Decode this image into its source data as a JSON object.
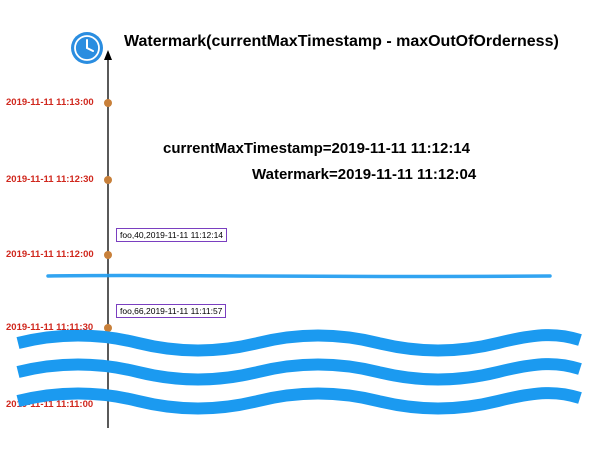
{
  "title": "Watermark(currentMaxTimestamp - maxOutOfOrderness)",
  "timeline": {
    "ticks": [
      "2019-11-11 11:13:00",
      "2019-11-11 11:12:30",
      "2019-11-11 11:12:00",
      "2019-11-11 11:11:30",
      "2019-11-11 11:11:00"
    ]
  },
  "state": {
    "current_max_timestamp": "currentMaxTimestamp=2019-11-11 11:12:14",
    "watermark": "Watermark=2019-11-11 11:12:04"
  },
  "events": [
    {
      "label": "foo,40,2019-11-11 11:12:14"
    },
    {
      "label": "foo,66,2019-11-11 11:11:57"
    }
  ],
  "colors": {
    "axis": "#000000",
    "tick_dot": "#c8803a",
    "tick_label": "#d0271d",
    "event_border": "#7a3fc0",
    "wave": "#1b9af0",
    "clock": "#2a8de0"
  },
  "icons": {
    "clock": "clock-icon"
  }
}
